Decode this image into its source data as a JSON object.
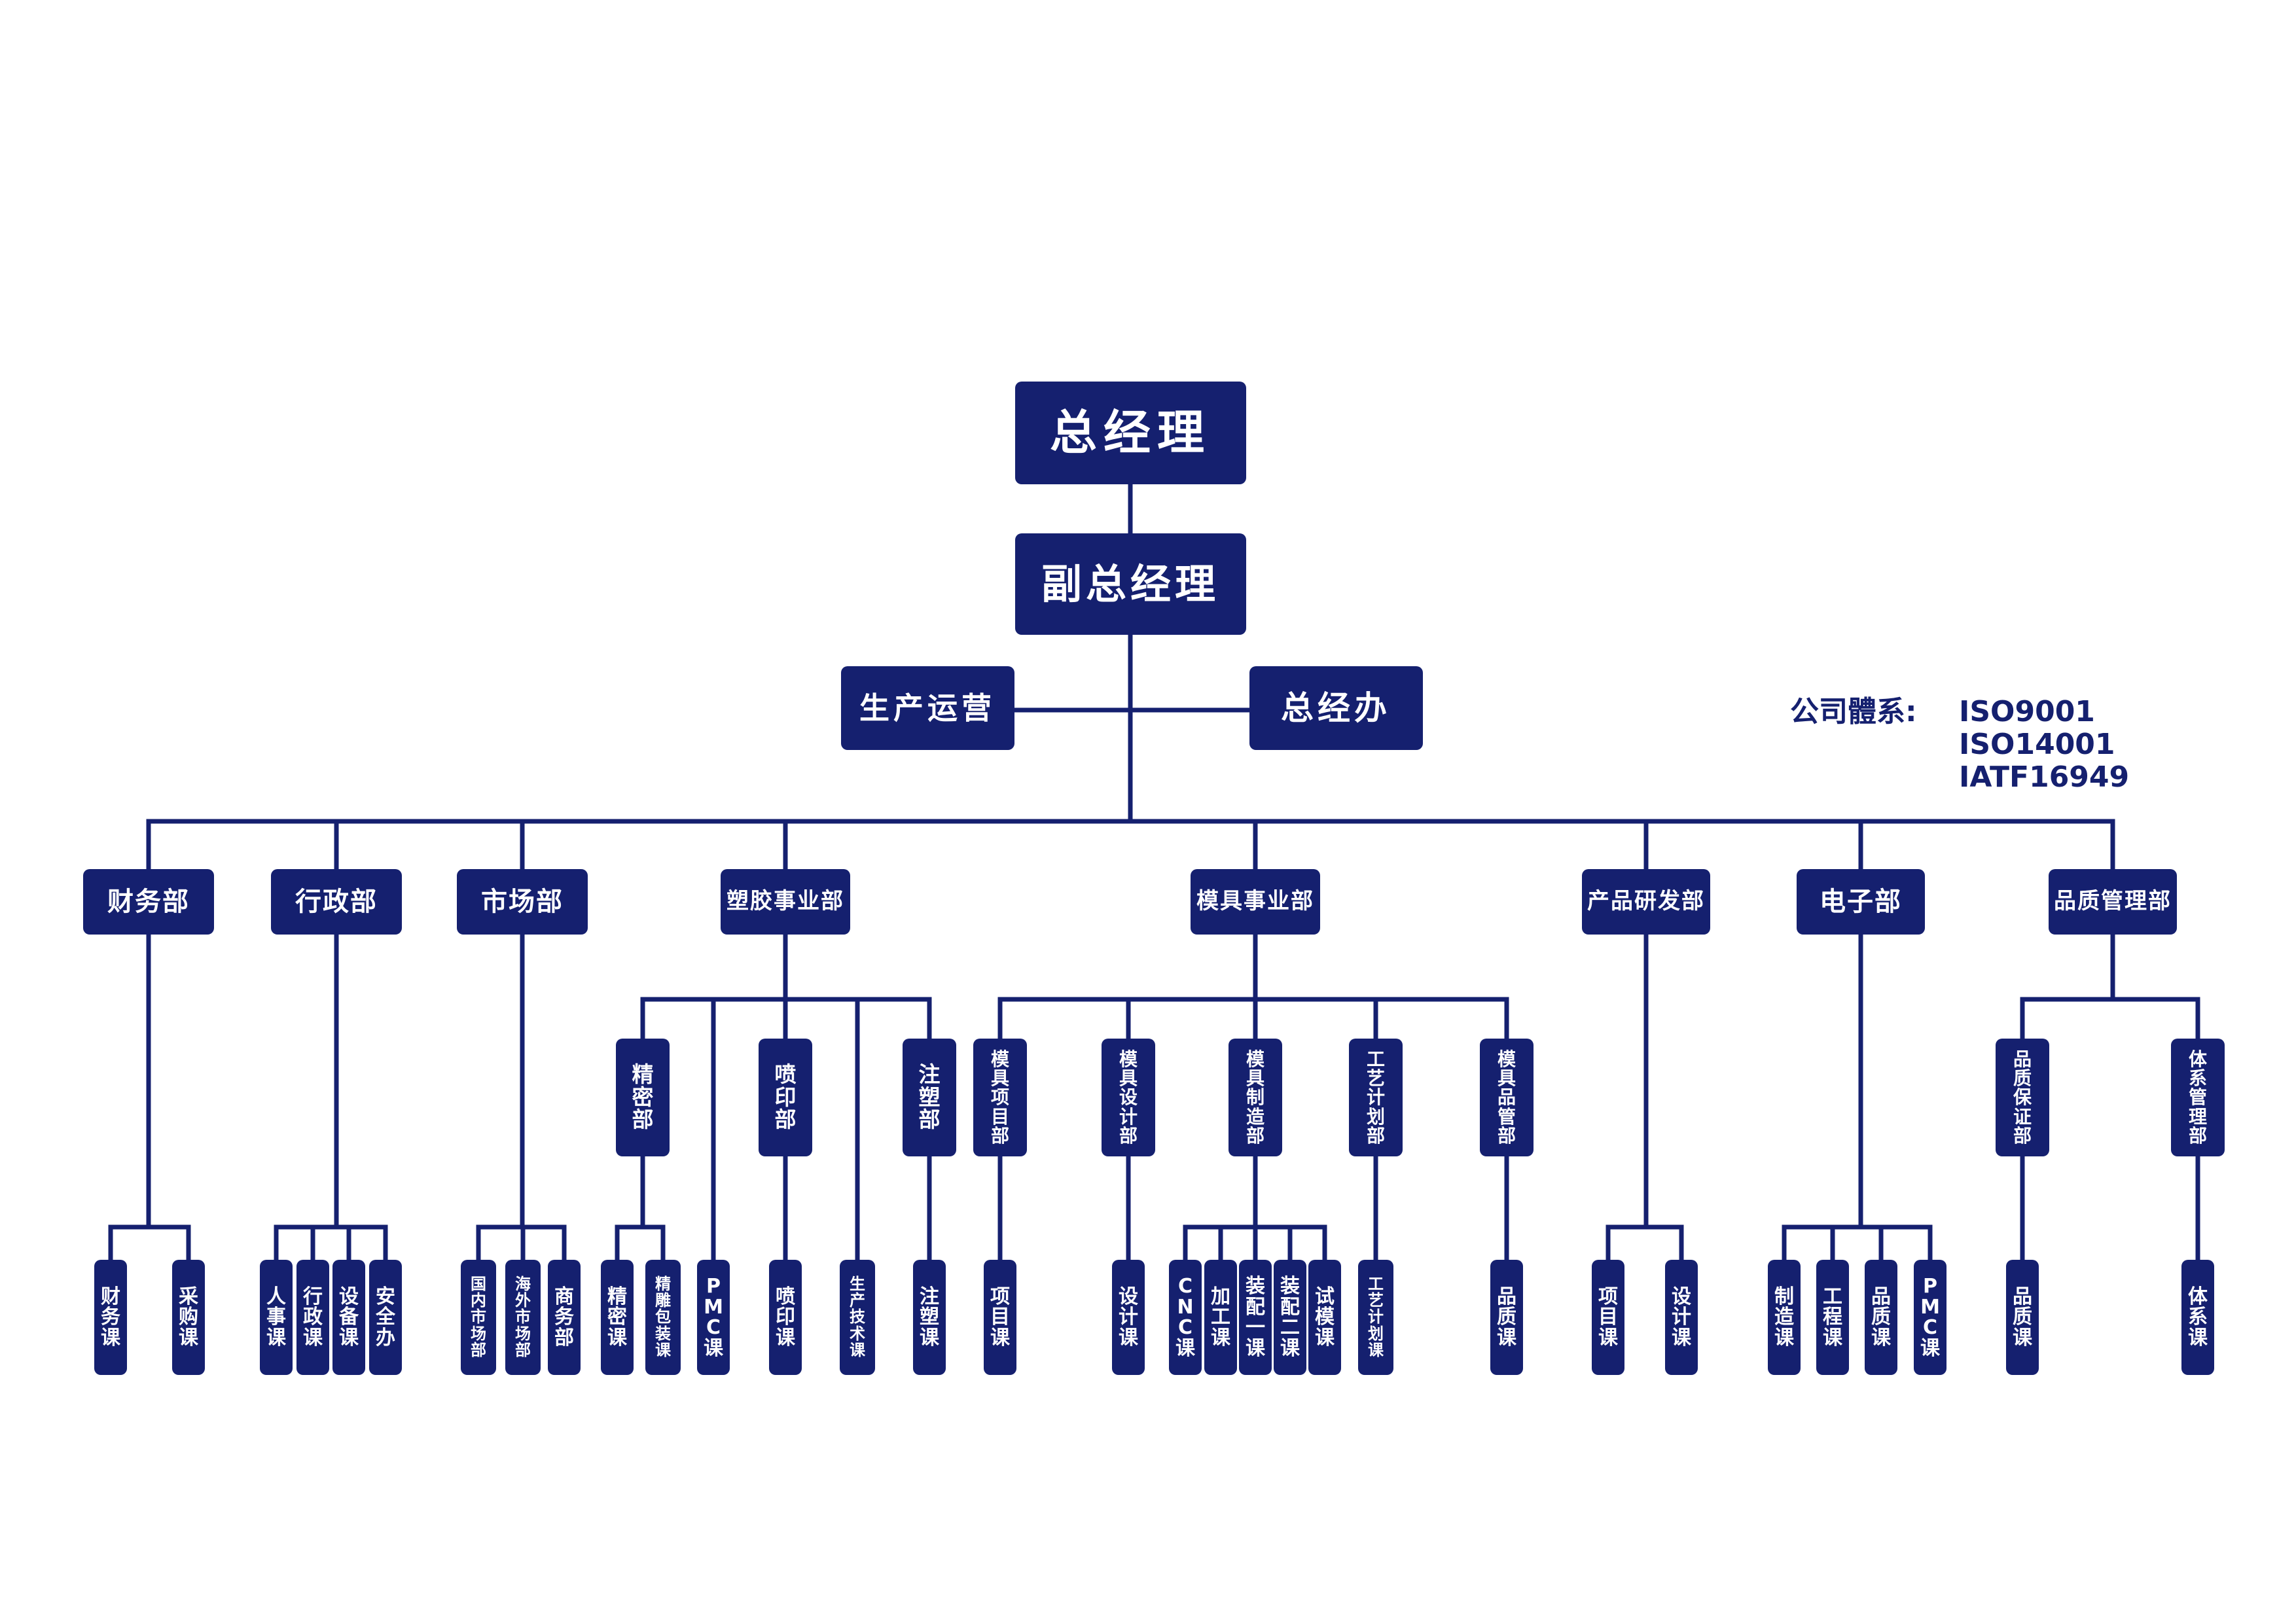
{
  "top": {
    "gm": "总经理",
    "vgm": "副总经理",
    "ops": "生产运营",
    "office": "总经办"
  },
  "system": {
    "label": "公司體系:",
    "standards": [
      "ISO9001",
      "ISO14001",
      "IATF16949"
    ]
  },
  "departments": [
    {
      "id": "d1",
      "name": "财务部"
    },
    {
      "id": "d2",
      "name": "行政部"
    },
    {
      "id": "d3",
      "name": "市场部"
    },
    {
      "id": "d4",
      "name": "塑胶事业部"
    },
    {
      "id": "d5",
      "name": "模具事业部"
    },
    {
      "id": "d6",
      "name": "产品研发部"
    },
    {
      "id": "d7",
      "name": "电子部"
    },
    {
      "id": "d8",
      "name": "品质管理部"
    }
  ],
  "subdepartments": [
    {
      "id": "s1",
      "name": "精密部"
    },
    {
      "id": "s2",
      "name": "喷印部"
    },
    {
      "id": "s3",
      "name": "注塑部"
    },
    {
      "id": "s4",
      "name": "模具项目部"
    },
    {
      "id": "s5",
      "name": "模具设计部"
    },
    {
      "id": "s6",
      "name": "模具制造部"
    },
    {
      "id": "s7",
      "name": "工艺计划部"
    },
    {
      "id": "s8",
      "name": "模具品管部"
    },
    {
      "id": "s9",
      "name": "品质保证部"
    },
    {
      "id": "s10",
      "name": "体系管理部"
    }
  ],
  "sections": [
    {
      "id": "c1",
      "name": "财务课"
    },
    {
      "id": "c2",
      "name": "采购课"
    },
    {
      "id": "c3",
      "name": "人事课"
    },
    {
      "id": "c4",
      "name": "行政课"
    },
    {
      "id": "c5",
      "name": "设备课"
    },
    {
      "id": "c6",
      "name": "安全办"
    },
    {
      "id": "c7",
      "name": "国内市场部"
    },
    {
      "id": "c8",
      "name": "海外市场部"
    },
    {
      "id": "c9",
      "name": "商务部"
    },
    {
      "id": "c10",
      "name": "精密课"
    },
    {
      "id": "c11",
      "name": "精雕包装课"
    },
    {
      "id": "c12",
      "name": "PMC课"
    },
    {
      "id": "c13",
      "name": "喷印课"
    },
    {
      "id": "c14",
      "name": "生产技术课"
    },
    {
      "id": "c15",
      "name": "注塑课"
    },
    {
      "id": "c16",
      "name": "项目课"
    },
    {
      "id": "c17",
      "name": "设计课"
    },
    {
      "id": "c18",
      "name": "CNC课"
    },
    {
      "id": "c19",
      "name": "加工课"
    },
    {
      "id": "c20",
      "name": "装配一课"
    },
    {
      "id": "c21",
      "name": "装配二课"
    },
    {
      "id": "c22",
      "name": "试模课"
    },
    {
      "id": "c23",
      "name": "工艺计划课"
    },
    {
      "id": "c24",
      "name": "品质课"
    },
    {
      "id": "c25",
      "name": "项目课"
    },
    {
      "id": "c26",
      "name": "设计课"
    },
    {
      "id": "c27",
      "name": "制造课"
    },
    {
      "id": "c28",
      "name": "工程课"
    },
    {
      "id": "c29",
      "name": "品质课"
    },
    {
      "id": "c30",
      "name": "PMC课"
    },
    {
      "id": "c31",
      "name": "品质课"
    },
    {
      "id": "c32",
      "name": "体系课"
    }
  ]
}
